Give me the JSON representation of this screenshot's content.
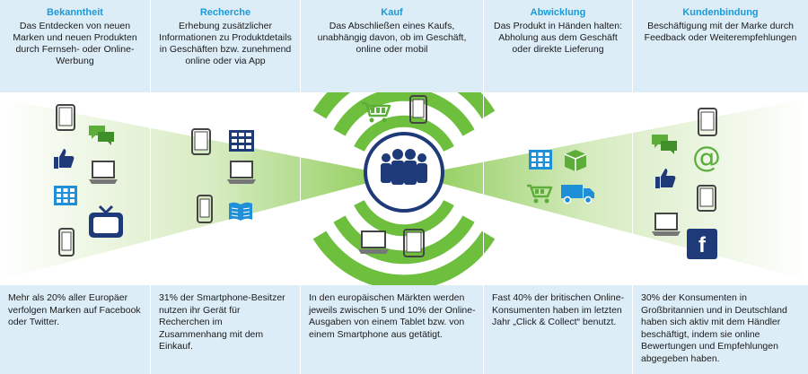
{
  "stages": [
    {
      "title": "Bekanntheit",
      "description": "Das Entdecken von neuen Marken und neuen Produkten durch Fernseh- oder Online-Werbung",
      "fact": "Mehr als 20% aller Europäer verfolgen Marken auf Facebook oder Twitter."
    },
    {
      "title": "Recherche",
      "description": "Erhebung zusätzlicher Informationen zu Produktdetails in Geschäften bzw. zunehmend online oder via App",
      "fact": "31% der Smartphone-Besitzer nutzen ihr Gerät für Recherchen im Zusammenhang mit dem Einkauf."
    },
    {
      "title": "Kauf",
      "description": "Das Abschließen eines Kaufs, unabhängig davon, ob im Geschäft, online oder mobil",
      "fact": "In den europäischen Märkten werden jeweils zwischen 5 und 10% der Online-Ausgaben von einem Tablet bzw. von einem Smartphone aus getätigt."
    },
    {
      "title": "Abwicklung",
      "description": "Das Produkt in Händen halten: Abholung aus dem Geschäft oder direkte Lieferung",
      "fact": "Fast 40% der britischen Online-Konsumenten haben im letzten Jahr „Click & Collect“ benutzt."
    },
    {
      "title": "Kundenbindung",
      "description": "Beschäftigung mit der Marke durch Feedback oder Weiterempfehlungen",
      "fact": "30% der Konsumenten in Großbritannien und in Deutschland haben sich aktiv mit dem Händler beschäftigt, indem sie online Bewertungen und Empfehlungen abgegeben haben."
    }
  ],
  "icons": {
    "tablet": "tablet-icon",
    "chat": "chat-bubbles-icon",
    "like": "thumbs-up-icon",
    "laptop": "laptop-icon",
    "store": "store-building-icon",
    "tv": "television-icon",
    "smartphone": "smartphone-icon",
    "book": "open-book-icon",
    "cart": "shopping-cart-icon",
    "package": "package-box-icon",
    "truck": "delivery-truck-icon",
    "email": "at-sign-icon",
    "facebook": "facebook-icon",
    "customers": "customers-group-icon"
  },
  "facebook_letter": "f",
  "email_symbol": "@",
  "colors": {
    "panel": "#dcedf8",
    "title_blue": "#1a9ad6",
    "navy": "#1f3a78",
    "bright_blue": "#1f8fd8",
    "green": "#77c043",
    "light_green": "#e3f1d2"
  }
}
